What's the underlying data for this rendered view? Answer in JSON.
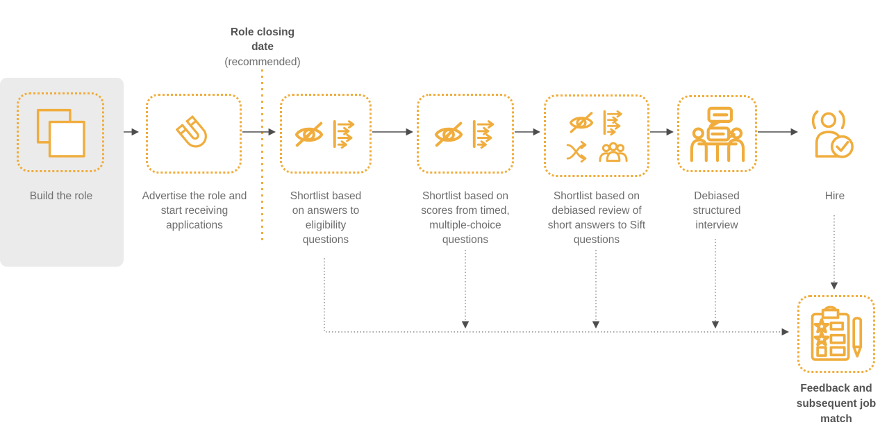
{
  "diagram": {
    "type": "process-flow",
    "annotation": {
      "title": "Role closing date",
      "subtitle": "(recommended)"
    },
    "steps": [
      {
        "label": "Build the role",
        "icons": [
          "overlapping-documents-icon"
        ],
        "highlighted_background": true
      },
      {
        "label": "Advertise the role and start receiving applications",
        "icons": [
          "magnet-icon"
        ]
      },
      {
        "label": "Shortlist based on answers to eligibility questions",
        "icons": [
          "blind-review-icon",
          "prioritized-list-icon"
        ]
      },
      {
        "label": "Shortlist based on scores from timed, multiple-choice questions",
        "icons": [
          "blind-review-icon",
          "prioritized-list-icon"
        ]
      },
      {
        "label": "Shortlist based on debiased review of short answers to Sift questions",
        "icons": [
          "blind-review-icon",
          "prioritized-list-icon",
          "shuffle-icon",
          "people-group-icon"
        ]
      },
      {
        "label": "Debiased structured interview",
        "icons": [
          "interview-table-icon"
        ]
      },
      {
        "label": "Hire",
        "icons": [
          "hire-success-icon"
        ]
      }
    ],
    "feedback_node": {
      "label": "Feedback and subsequent job match",
      "icons": [
        "feedback-checklist-icon"
      ]
    },
    "connections": {
      "solid_arrows": "between each sequential step",
      "dotted_feedback_sources": [
        "Shortlist based on answers to eligibility questions",
        "Shortlist based on scores from timed, multiple-choice questions",
        "Shortlist based on debiased review of short answers to Sift questions",
        "Debiased structured interview",
        "Hire"
      ]
    },
    "palette": {
      "accent": "#F0AD3D",
      "panel_gray": "#EBEBEB",
      "text_gray": "#6D6D6D",
      "text_dark": "#545454",
      "arrow_dark": "#4D4D4D",
      "connector_gray": "#8A8A8A"
    }
  }
}
